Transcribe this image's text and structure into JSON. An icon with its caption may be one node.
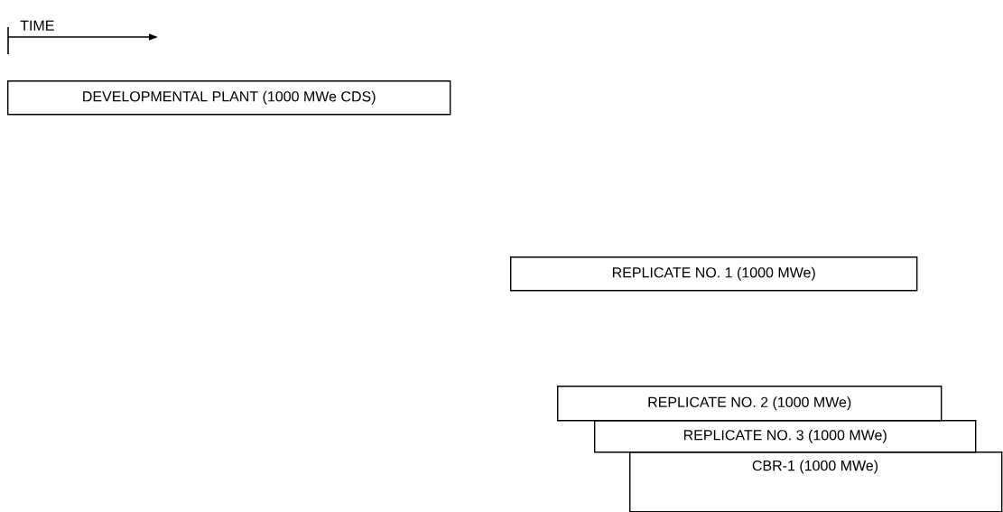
{
  "diagram": {
    "nodes": [
      {
        "text": [
          "DEVELOPMENTAL PLANT (1000 MWe CDS)"
        ]
      },
      {
        "text": [
          "REPLICATE NO. 1 (1000 MWe)"
        ]
      },
      {
        "text": [
          "REPLICATE NO. 2 (1000 MWe)"
        ]
      },
      {
        "text": [
          "REPLICATE NO. 3 (1000 MWe)"
        ]
      },
      {
        "text": [
          "CBR-1 (1000 MWe)"
        ]
      }
    ],
    "labels": [
      "TIME"
    ]
  }
}
